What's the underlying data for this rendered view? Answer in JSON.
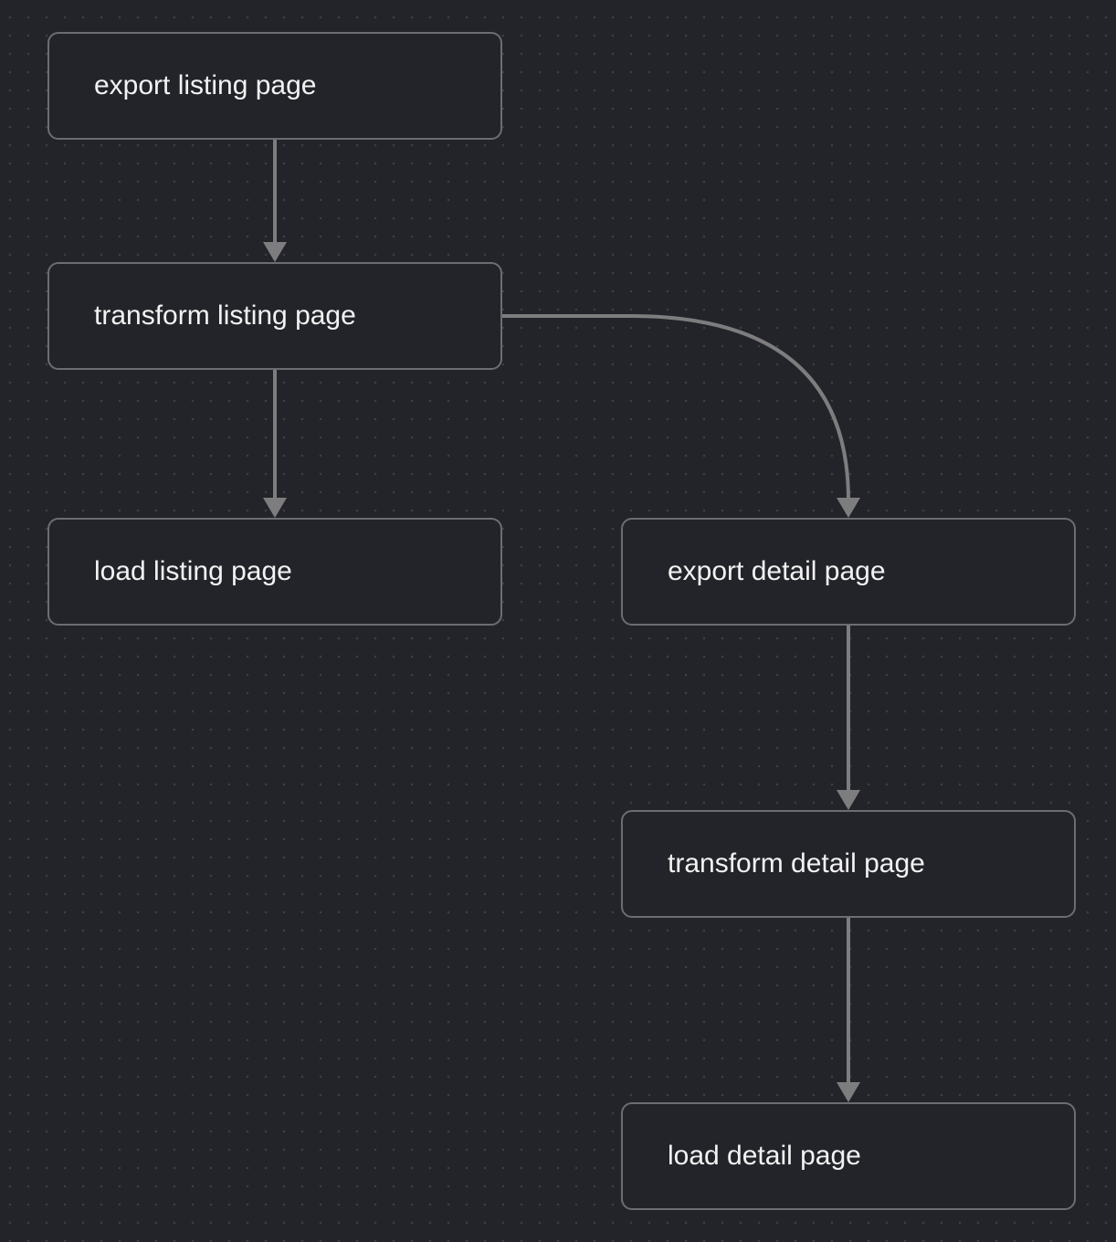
{
  "nodes": {
    "export_listing": {
      "label": "export listing page"
    },
    "transform_listing": {
      "label": "transform listing page"
    },
    "load_listing": {
      "label": "load listing page"
    },
    "export_detail": {
      "label": "export detail page"
    },
    "transform_detail": {
      "label": "transform detail page"
    },
    "load_detail": {
      "label": "load detail page"
    }
  },
  "edges": [
    {
      "from": "export listing page",
      "to": "transform listing page"
    },
    {
      "from": "transform listing page",
      "to": "load listing page"
    },
    {
      "from": "transform listing page",
      "to": "export detail page"
    },
    {
      "from": "export detail page",
      "to": "transform detail page"
    },
    {
      "from": "transform detail page",
      "to": "load detail page"
    }
  ],
  "colors": {
    "background": "#232429",
    "node_border": "#6c6d72",
    "edge": "#7d7d7f",
    "text": "#f2f2f3"
  }
}
